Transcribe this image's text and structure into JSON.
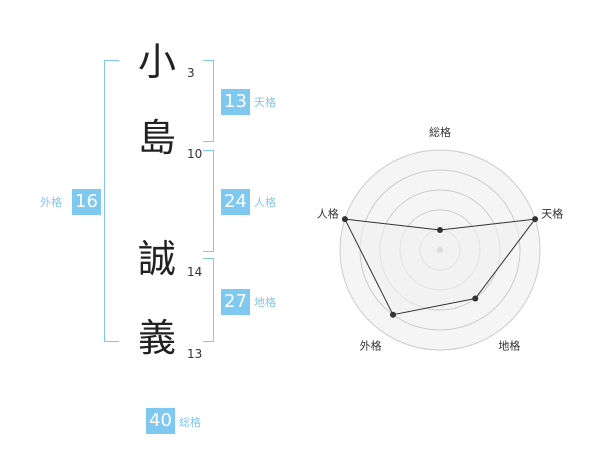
{
  "name": {
    "chars": [
      {
        "char": "小",
        "strokes": "3"
      },
      {
        "char": "島",
        "strokes": "10"
      },
      {
        "char": "誠",
        "strokes": "14"
      },
      {
        "char": "義",
        "strokes": "13"
      }
    ]
  },
  "kaku": {
    "ten": {
      "value": "13",
      "label": "天格"
    },
    "jin": {
      "value": "24",
      "label": "人格"
    },
    "chi": {
      "value": "27",
      "label": "地格"
    },
    "gai": {
      "value": "16",
      "label": "外格"
    },
    "so": {
      "value": "40",
      "label": "総格"
    }
  },
  "chart_data": {
    "type": "radar",
    "axes": [
      "総格",
      "天格",
      "地格",
      "外格",
      "人格"
    ],
    "values": [
      1,
      5,
      3,
      4,
      5
    ],
    "rings": 5,
    "max": 5,
    "colors": {
      "fill": "#f0f0f0",
      "line": "#333333",
      "grid": "#cccccc"
    }
  }
}
